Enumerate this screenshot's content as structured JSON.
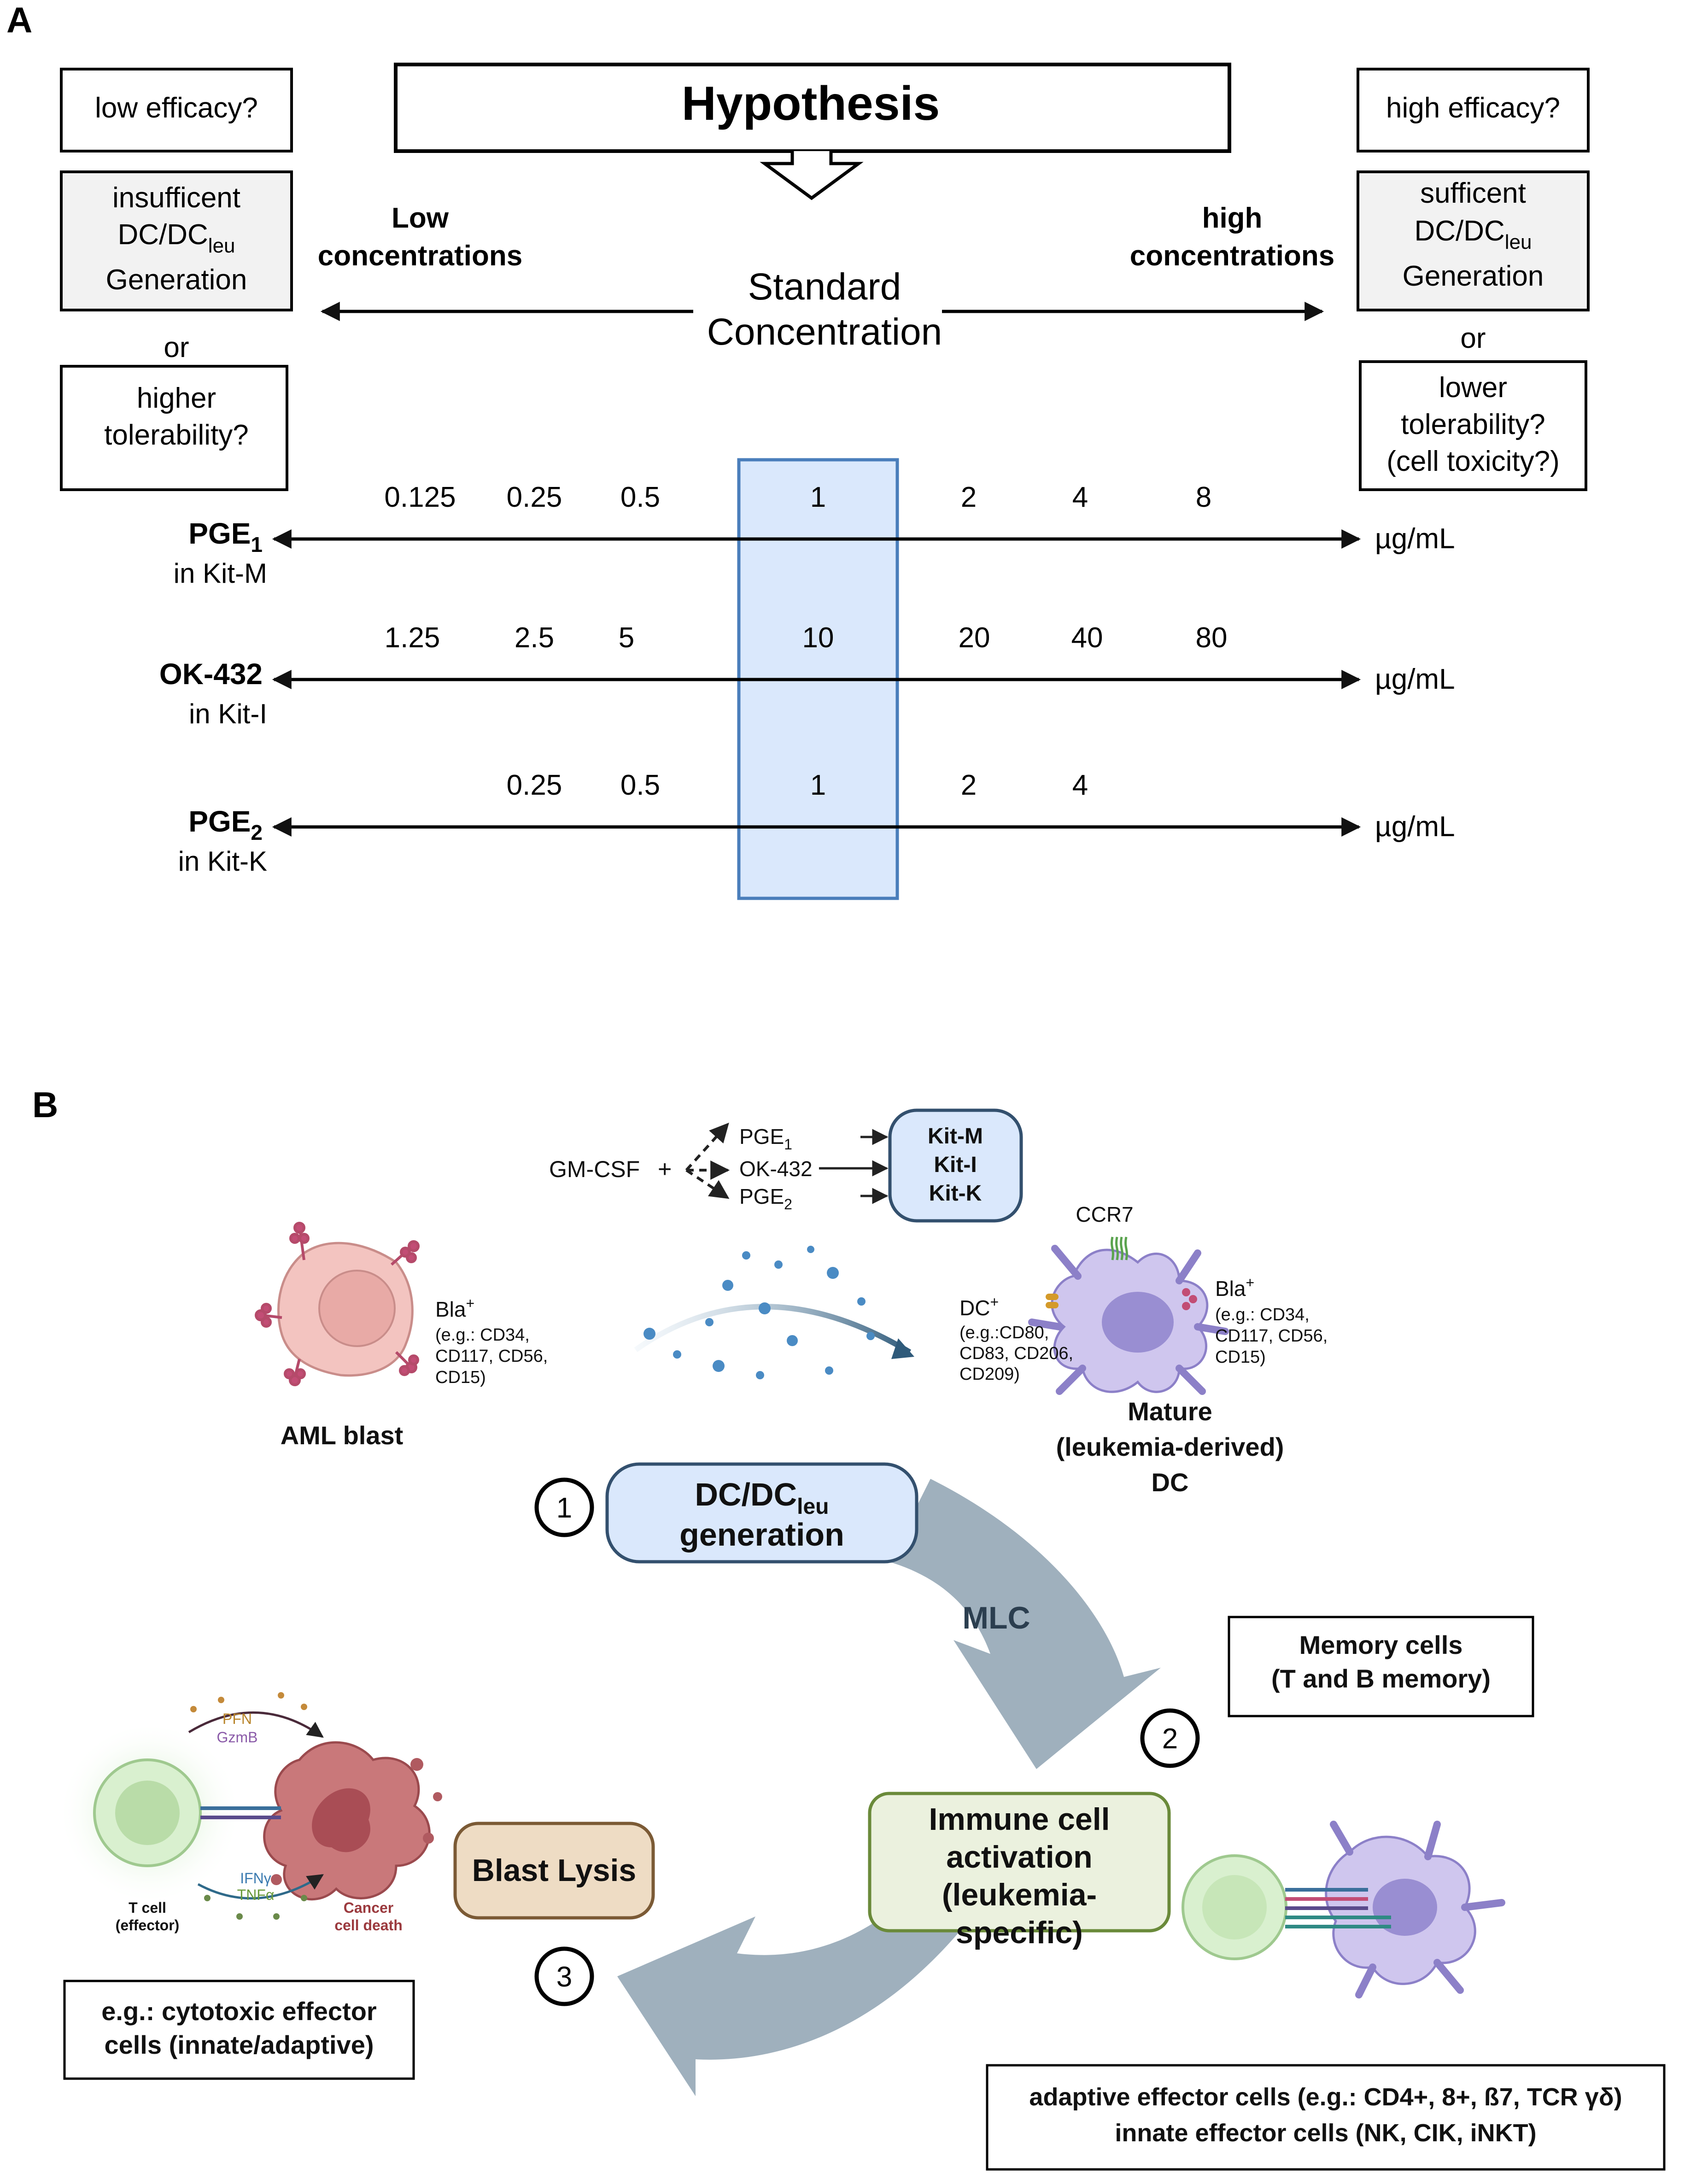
{
  "panel_a": {
    "label": "A",
    "hypothesis": "Hypothesis",
    "left_boxes": {
      "q1": "low efficacy?",
      "gen_line1": "insufficent",
      "gen_line2": "DC/DC",
      "gen_sub": "leu",
      "gen_line3": "Generation",
      "or": "or",
      "q2_line1": "higher",
      "q2_line2": "tolerability?"
    },
    "right_boxes": {
      "q1": "high efficacy?",
      "gen_line1": "sufficent",
      "gen_line2": "DC/DC",
      "gen_sub": "leu",
      "gen_line3": "Generation",
      "or": "or",
      "q2_line1": "lower",
      "q2_line2": "tolerability?",
      "q2_line3": "(cell toxicity?)"
    },
    "low_label_1": "Low",
    "low_label_2": "concentrations",
    "high_label_1": "high",
    "high_label_2": "concentrations",
    "standard_1": "Standard",
    "standard_2": "Concentration",
    "scales": [
      {
        "name": "PGE",
        "sub": "1",
        "kit": "in Kit-M",
        "unit": "µg/mL",
        "ticks": [
          "0.125",
          "0.25",
          "0.5",
          "1",
          "2",
          "4",
          "8"
        ]
      },
      {
        "name": "OK-432",
        "sub": "",
        "kit": "in Kit-I",
        "unit": "µg/mL",
        "ticks": [
          "1.25",
          "2.5",
          "5",
          "10",
          "20",
          "40",
          "80"
        ]
      },
      {
        "name": "PGE",
        "sub": "2",
        "kit": "in Kit-K",
        "unit": "µg/mL",
        "ticks": [
          "0.25",
          "0.5",
          "1",
          "2",
          "4"
        ]
      }
    ],
    "highlight_color": "#dae8fc",
    "highlight_border": "#4a7ebb"
  },
  "panel_b": {
    "label": "B",
    "gmcsf": "GM-CSF",
    "plus": "+",
    "agents": {
      "pge1": "PGE",
      "pge1_sub": "1",
      "ok432": "OK-432",
      "pge2": "PGE",
      "pge2_sub": "2"
    },
    "kits": [
      "Kit-M",
      "Kit-I",
      "Kit-K"
    ],
    "ccr7": "CCR7",
    "bla_left": {
      "title": "Bla",
      "sup": "+",
      "l1": "(e.g.: CD34,",
      "l2": "CD117, CD56,",
      "l3": "CD15)"
    },
    "bla_right": {
      "title": "Bla",
      "sup": "+",
      "l1": "(e.g.: CD34,",
      "l2": "CD117, CD56,",
      "l3": "CD15)"
    },
    "dc_markers": {
      "title": "DC",
      "sup": "+",
      "l1": "(e.g.:CD80,",
      "l2": "CD83, CD206,",
      "l3": "CD209)"
    },
    "aml_blast": "AML blast",
    "mature_1": "Mature",
    "mature_2": "(leukemia-derived)",
    "mature_3": "DC",
    "step1": "1",
    "step2": "2",
    "step3": "3",
    "dc_gen_1": "DC/DC",
    "dc_gen_sub": "leu",
    "dc_gen_2": "generation",
    "mlc": "MLC",
    "memory_1": "Memory cells",
    "memory_2": "(T and B memory)",
    "immune_1": "Immune cell",
    "immune_2": "activation",
    "immune_3": "(leukemia-",
    "immune_4": "specific)",
    "blast_lysis": "Blast Lysis",
    "pfn": "PFN",
    "gzmb": "GzmB",
    "ifng": "IFNγ",
    "tnfa": "TNFα",
    "t_cell_1": "T cell",
    "t_cell_2": "(effector)",
    "cancer_1": "Cancer",
    "cancer_2": "cell death",
    "cytotoxic_1": "e.g.: cytotoxic effector",
    "cytotoxic_2": "cells (innate/adaptive)",
    "adaptive_1": "adaptive effector cells (e.g.: CD4+, 8+, ß7, TCR γδ)",
    "adaptive_2": "innate effector cells (NK, CIK, iNKT)"
  }
}
